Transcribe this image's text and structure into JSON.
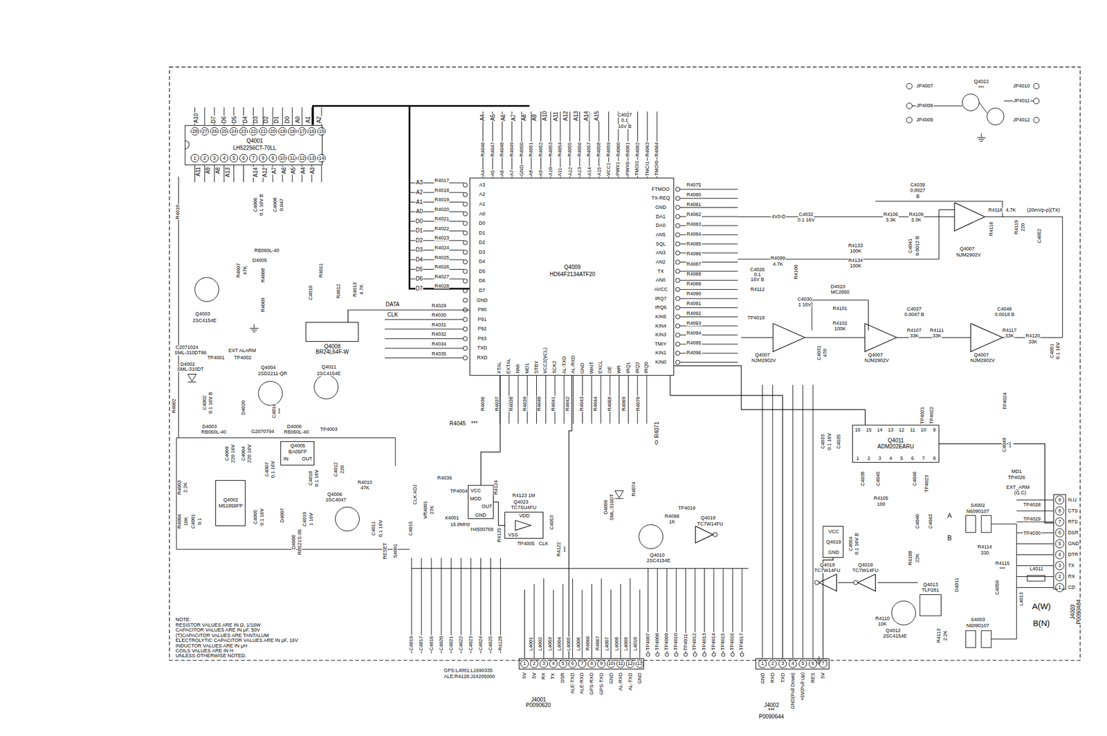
{
  "diagram": {
    "nodes": [
      {
        "text": [
          "Q4001",
          "LH52256CT-70LL"
        ]
      },
      {
        "text": [
          "Q4009",
          "HD64F2134ATF20"
        ]
      },
      {
        "text": [
          "Q4008",
          "BR24L64F-W"
        ]
      },
      {
        "text": [
          "Q4005",
          "BA05FP"
        ]
      },
      {
        "text": [
          "Q4002",
          "M51958FP"
        ]
      },
      {
        "text": [
          "VCC",
          "MOD",
          "OUT",
          "GND"
        ]
      },
      {
        "text": [
          "VDD",
          "VSS"
        ]
      },
      {
        "text": [
          "VCC",
          "Q4019",
          "GND"
        ]
      },
      {
        "text": [
          "Q4011",
          "ADM202EARU"
        ]
      },
      {
        "text": [
          "J4001",
          "P0090620"
        ]
      },
      {
        "text": [
          "J4002",
          "***",
          "P0090644"
        ]
      },
      {
        "text": [
          "J4003",
          "P0090484"
        ]
      }
    ],
    "edges": [
      {
        "from": 0,
        "to": 1,
        "arrow": "none"
      },
      {
        "from": 2,
        "to": 1,
        "arrow": "none"
      },
      {
        "from": 1,
        "to": 9,
        "arrow": "none"
      },
      {
        "from": 8,
        "to": 11,
        "arrow": "none"
      },
      {
        "from": 1,
        "to": 8,
        "arrow": "none"
      },
      {
        "from": 1,
        "to": 10,
        "arrow": "none"
      },
      {
        "from": 5,
        "to": 1,
        "arrow": "none"
      },
      {
        "from": 6,
        "to": 5,
        "arrow": "none"
      },
      {
        "from": 7,
        "to": 10,
        "arrow": "none"
      }
    ],
    "labels": [
      "A10",
      "D7",
      "D6",
      "D5",
      "D4",
      "D3",
      "D2",
      "D1",
      "D0",
      "A0",
      "A1",
      "A2",
      "28",
      "27",
      "26",
      "25",
      "24",
      "23",
      "22",
      "21",
      "20",
      "19",
      "18",
      "17",
      "16",
      "15",
      "1",
      "2",
      "3",
      "4",
      "5",
      "6",
      "7",
      "8",
      "9",
      "10",
      "11",
      "12",
      "13",
      "14",
      "A11",
      "A9",
      "A8",
      "A13",
      "A14",
      "A12",
      "A7",
      "A6",
      "A5",
      "A4",
      "A3",
      "A3",
      "A2",
      "A1",
      "A0",
      "D0",
      "D1",
      "D2",
      "D3",
      "D4",
      "D5",
      "D6",
      "D7",
      "GND",
      "P90",
      "P91",
      "P92",
      "P93",
      "TXD",
      "RXD",
      "A3",
      "A2",
      "A1",
      "A0",
      "D0",
      "D1",
      "D2",
      "D3",
      "D4",
      "D5",
      "D6",
      "D7",
      "R4017",
      "R4018",
      "R4019",
      "R4020",
      "R4021",
      "R4022",
      "R4023",
      "R4024",
      "R4025",
      "R4026",
      "R4027",
      "R4028",
      "R4029",
      "R4030",
      "R4031",
      "R4032",
      "R4034",
      "R4035",
      "DATA",
      "CLK",
      "A4",
      "A5",
      "A6",
      "A7",
      "A8",
      "A9",
      "A10",
      "A11",
      "A12",
      "A13",
      "A14",
      "A15",
      "R4046",
      "R4047",
      "R4048",
      "R4049",
      "R4050",
      "R4051",
      "R4052",
      "R4053",
      "R4054",
      "R4055",
      "R4056",
      "R4057",
      "R4058",
      "R4059",
      "R4060",
      "R4061",
      "R4062",
      "R4063",
      "R4064",
      "A4",
      "A5",
      "A6",
      "A7",
      "GND",
      "A8",
      "A9",
      "A10",
      "A11",
      "A12",
      "A13",
      "A14",
      "A15",
      "VCC1",
      "PWX1",
      "PWX0",
      "TMOI1",
      "TMCI1",
      "TMOI0",
      "C4027",
      "0.1",
      "16V B",
      "FTMOO",
      "TX-REQ",
      "GND",
      "DA1",
      "DA0",
      "AN5",
      "SQL",
      "AN3",
      "AN2",
      "TX",
      "AN0",
      "AVCC",
      "IRQ7",
      "IRQ6",
      "KIN5",
      "KIN4",
      "KIN3",
      "TMIY",
      "KIN1",
      "KIN0",
      "R4075",
      "R4080",
      "R4081",
      "R4082",
      "R4083",
      "R4084",
      "R4085",
      "R4086",
      "R4087",
      "R4088",
      "R4089",
      "R4090",
      "R4091",
      "R4092",
      "R4093",
      "R4094",
      "R4095",
      "R4096",
      "XTAL",
      "EXTAL",
      "NMI",
      "MD1",
      "STBY",
      "VCC2(VCL)",
      "SCK2",
      "AL-TXD",
      "AL-RXD",
      "GND",
      "WAIT",
      "EXCL",
      "OE",
      "WR",
      "IRQ1",
      "IRQ2",
      "IRQ0",
      "R4036",
      "R4037",
      "R4038",
      "R4039",
      "R4040",
      "R4041",
      "R4042",
      "R4043",
      "R4044",
      "R4068",
      "R4069",
      "R4070",
      "R4045",
      "***",
      "R4071",
      "0",
      "R4010",
      "C4006",
      "0.1 16V B",
      "C4008",
      "0.047",
      "RB060L-40",
      "D4005",
      "R4007",
      "47K",
      "R4008",
      "R4009",
      "Q4003",
      "2SC4154E",
      "R4011",
      "C4010",
      "R4012",
      "R4013",
      "4.7K",
      "Q4021",
      "2SC4154E",
      "C2071024",
      "SML-310DT86",
      "EXT ALARM",
      "TP4001",
      "TP4002",
      "D4002",
      "SML-310DT",
      "Q4004",
      "2SD2211-QR",
      "R4002",
      "C4002",
      "0.1 16V B",
      "D4020",
      "C4016",
      "***",
      "D4003",
      "RB060L-40",
      "G2070794",
      "D4006",
      "RB060L-40",
      "TP4003",
      "C4009",
      "220 16V",
      "C4004",
      "220 16V",
      "C4007",
      "0.1 16V",
      "C4018",
      "0.1 16V",
      "C4012",
      "220",
      "R4003",
      "2.2K",
      "R4004",
      "10K",
      "C4001",
      "0.1",
      "C4005",
      "0.1 16V",
      "D4007",
      "C4019",
      "1 16V",
      "D4008",
      "RB521S-30",
      "Q4006",
      "2SC4047",
      "C4011",
      "0.1 16V",
      "RESET",
      "S4001",
      "R4010",
      "47K",
      "R4036",
      "VR4001",
      "27K",
      "C4015",
      "CLK ADJ",
      "TP4004",
      "X4001",
      "16.8MHz",
      "H4500768",
      "R4123 1M",
      "Q4023",
      "TC7SU4FU",
      "TP4005",
      "CLK",
      "R4124",
      "R4125",
      "C4053",
      "R4122",
      "***",
      "D4009",
      "SML-310DT",
      "R4074",
      "TP4019",
      "R4098",
      "1K",
      "Q4010",
      "2SC4154E",
      "Q4019",
      "TC7W14FU",
      "4V0-D",
      "C4032",
      "0.1 16V",
      "C4039",
      "0.0027",
      "B",
      "R4106",
      "3.3K",
      "R4109",
      "3.3K",
      "C4041",
      "0.0012 B",
      "Q4007",
      "NJM2902V",
      "R4118",
      "4.7K",
      "(20mVp-p)(TX)",
      "R4116",
      "R4119",
      "220",
      "C4052",
      "R4133",
      "100K",
      "R4134",
      "100K",
      "R4099",
      "4.7K",
      "R4100",
      "C4026",
      "0.1",
      "16V B",
      "R4112",
      "TP4018",
      "C4030",
      "1 16V",
      "D4010",
      "MC2850",
      "R4101",
      "R4102",
      "100K",
      "C4031",
      "470",
      "Q4007",
      "NJM2902V",
      "Q4007",
      "NJM2902V",
      "Q4007",
      "NJM2902V",
      "C4037",
      "0.0047 B",
      "R4107",
      "33K",
      "R4111",
      "33K",
      "C4048",
      "0.0018 B",
      "R4117",
      "33K",
      "R4120",
      "33K",
      "C4051",
      "0.1 16V",
      "C4033",
      "0.1 16V",
      "C4035",
      "C4038",
      "C4045",
      "C4046",
      "TP4021",
      "TP4022",
      "TP4024",
      "C4049",
      "***",
      "TP4023",
      "R4105",
      "100",
      "C4040",
      "C4043",
      "R4108",
      "22K",
      "S4002",
      "N6090107",
      "A",
      "B",
      "R4114",
      "330",
      "R4115",
      "***",
      "Q4013",
      "TLP281",
      "D4011",
      "C4050",
      "L4011",
      "L4013",
      "Q4012",
      "2SC4154E",
      "R4110",
      "10K",
      "R4113",
      "2.2K",
      "S4003",
      "N6090107",
      "A(W)",
      "B(N)",
      "MD1",
      "TP4026",
      "EXT_ARM",
      "(G.C)",
      "TP4028",
      "TP4029",
      "TP4030",
      "Q4019",
      "TC7W14FU",
      "Q4019",
      "TC7W14FU",
      "C4054",
      "0.1 16V B",
      "Q4022",
      "***",
      "JP4007",
      "JP4008",
      "JP4009",
      "JP4010",
      "JP4011",
      "JP4012",
      "N.U",
      "CTS",
      "RTS",
      "DSR",
      "GND",
      "DTR",
      "TX",
      "RX",
      "CD",
      "9",
      "8",
      "7",
      "6",
      "5",
      "4",
      "3",
      "2",
      "1",
      "C4019",
      "C4017",
      "C4016",
      "C4020",
      "C4021",
      "C4022",
      "C4023",
      "C4024",
      "C4025",
      "R4128",
      "L4001",
      "L4002",
      "L4003",
      "L4004",
      "L4005",
      "L4006",
      "R4066",
      "R4067",
      "L4007",
      "L4008",
      "L4009",
      "L4010",
      "TP4007",
      "TP4008",
      "TP4009",
      "TP4010",
      "TP4011",
      "TP4012",
      "TP4013",
      "TP4014",
      "TP4015",
      "TP4016",
      "TP4017",
      "1",
      "2",
      "3",
      "4",
      "5",
      "6",
      "7",
      "8",
      "9",
      "10",
      "11",
      "12",
      "13",
      "5V",
      "5V",
      "RX",
      "TX",
      "DSR",
      "ALE-TXD",
      "ALE-RXD",
      "GPS-RXD",
      "GPS-TXD",
      "GND",
      "AL-RXD",
      "AL-TXD",
      "GND",
      "GPS:L4001:L1690335",
      "ALE:R4128:J24205000",
      "1",
      "2",
      "3",
      "4",
      "5",
      "6",
      "7",
      "GND",
      "RXD",
      "TXD",
      "GND(Pull Down)",
      "+5V(Pull Up)",
      "RES",
      "5V",
      "NOTE:",
      "RESISTOR VALUES ARE IN Ω, 1/16W",
      "CAPACITOR VALUES ARE IN μF, 50V",
      "(T)CAPACITOR VALUES ARE TANTALUM",
      "ELECTROLYTIC CAPACITOR VALUES ARE IN μF, 16V",
      "INDUCTOR VALUES ARE IN μH",
      "COILS VALUES ARE IN H",
      "UNLESS OTHERWISE NOTED.",
      "IN",
      "OUT",
      "16",
      "15",
      "14",
      "13",
      "12",
      "11",
      "10",
      "9",
      "1",
      "2",
      "3",
      "4",
      "5",
      "6",
      "7",
      "8"
    ]
  }
}
